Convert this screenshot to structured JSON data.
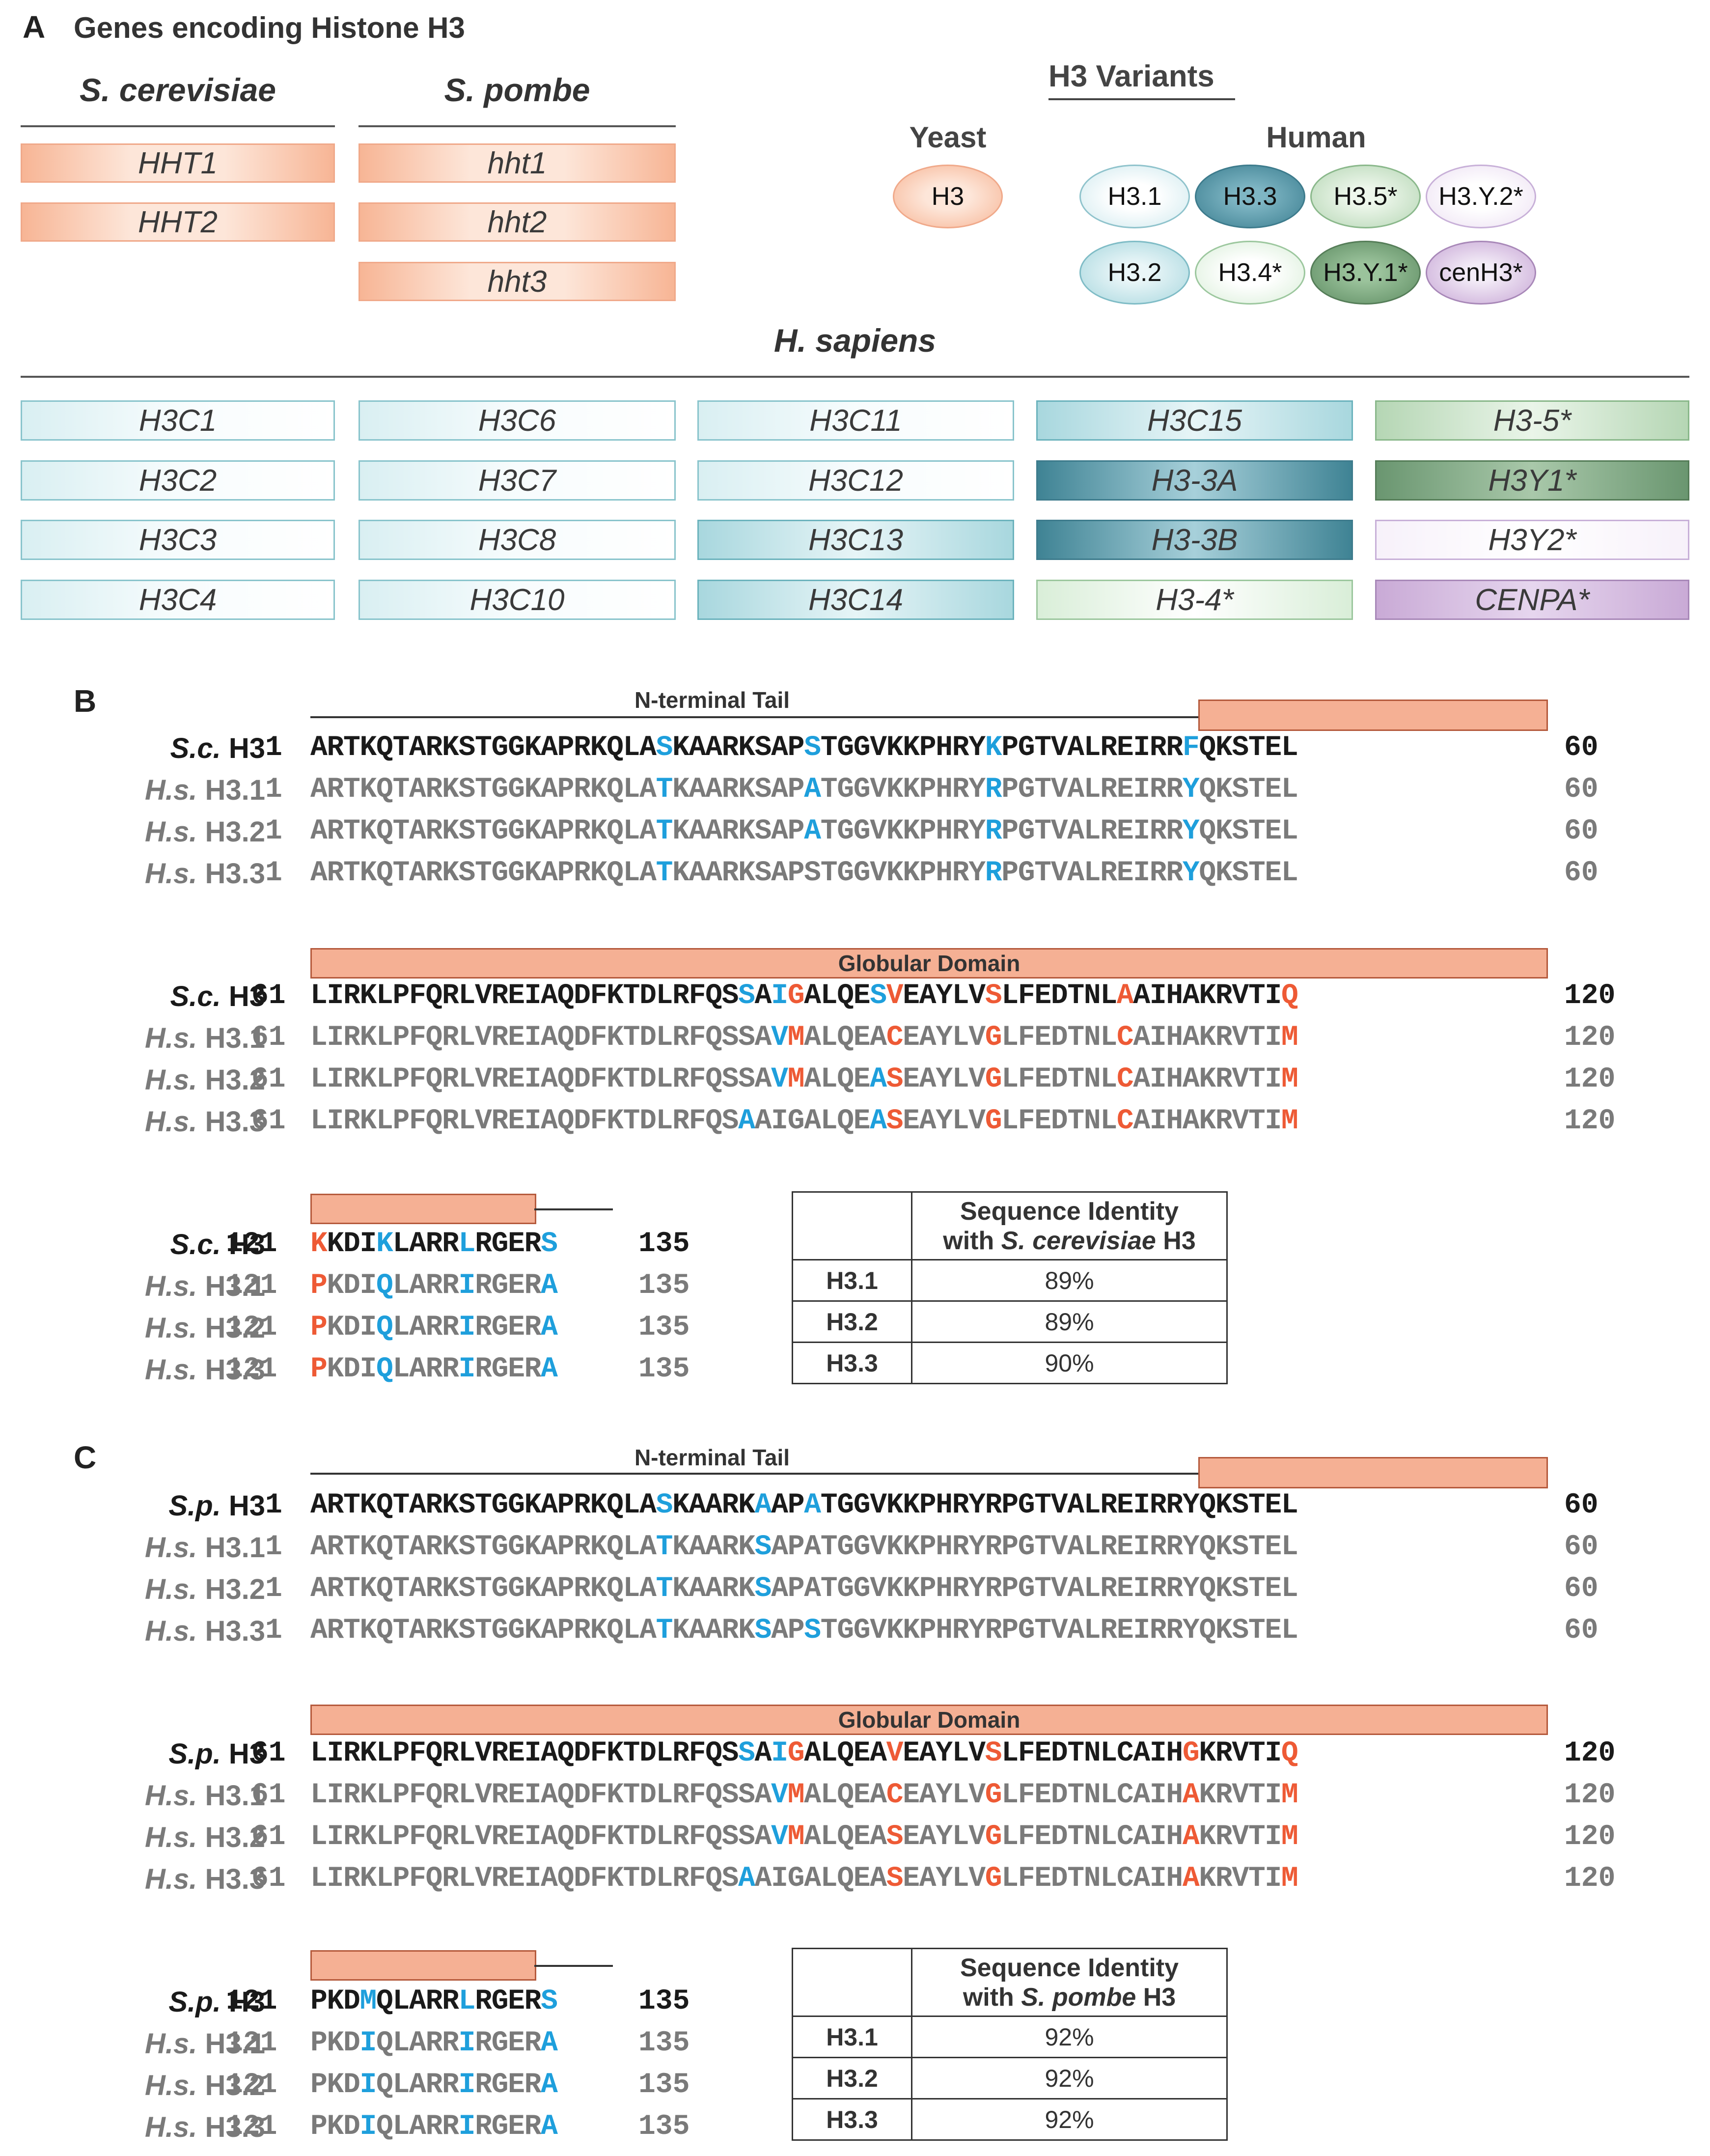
{
  "panelA": {
    "letter": "A",
    "title": "Genes encoding Histone H3",
    "s_cerevisiae": {
      "header": "S. cerevisiae",
      "genes": [
        "HHT1",
        "HHT2"
      ]
    },
    "s_pombe": {
      "header": "S. pombe",
      "genes": [
        "hht1",
        "hht2",
        "hht3"
      ]
    },
    "h_sapiens": {
      "header": "H. sapiens",
      "genes": [
        [
          "H3C1",
          "H3C6",
          "H3C11",
          "H3C15",
          "H3-5*"
        ],
        [
          "H3C2",
          "H3C7",
          "H3C12",
          "H3-3A",
          "H3Y1*"
        ],
        [
          "H3C3",
          "H3C8",
          "H3C13",
          "H3-3B",
          "H3Y2*"
        ],
        [
          "H3C4",
          "H3C10",
          "H3C14",
          "H3-4*",
          "CENPA*"
        ]
      ]
    },
    "variants": {
      "title": "H3 Variants",
      "yeast_label": "Yeast",
      "human_label": "Human",
      "yeast": [
        "H3"
      ],
      "human_row1": [
        "H3.1",
        "H3.3",
        "H3.5*",
        "H3.Y.2*"
      ],
      "human_row2": [
        "H3.2",
        "H3.4*",
        "H3.Y.1*",
        "cenH3*"
      ]
    }
  },
  "panelB": {
    "letter": "B",
    "tail_label": "N-terminal Tail",
    "globular_label": "Globular Domain",
    "rows1": [
      {
        "org": "S.c.",
        "name": "H3",
        "start": "1",
        "end": "60"
      },
      {
        "org": "H.s.",
        "name": "H3.1",
        "start": "1",
        "end": "60"
      },
      {
        "org": "H.s.",
        "name": "H3.2",
        "start": "1",
        "end": "60"
      },
      {
        "org": "H.s.",
        "name": "H3.3",
        "start": "1",
        "end": "60"
      }
    ],
    "rows2": [
      {
        "org": "S.c.",
        "name": "H3",
        "start": "61",
        "end": "120"
      },
      {
        "org": "H.s.",
        "name": "H3.1",
        "start": "61",
        "end": "120"
      },
      {
        "org": "H.s.",
        "name": "H3.2",
        "start": "61",
        "end": "120"
      },
      {
        "org": "H.s.",
        "name": "H3.3",
        "start": "61",
        "end": "120"
      }
    ],
    "rows3": [
      {
        "org": "S.c.",
        "name": "H3",
        "start": "121",
        "end": "135"
      },
      {
        "org": "H.s.",
        "name": "H3.1",
        "start": "121",
        "end": "135"
      },
      {
        "org": "H.s.",
        "name": "H3.2",
        "start": "121",
        "end": "135"
      },
      {
        "org": "H.s.",
        "name": "H3.3",
        "start": "121",
        "end": "135"
      }
    ],
    "identity": {
      "header_line1": "Sequence Identity",
      "header_line2_pre": "with ",
      "header_line2_species": "S. cerevisiae",
      "header_line2_post": " H3",
      "rows": [
        [
          "H3.1",
          "89%"
        ],
        [
          "H3.2",
          "89%"
        ],
        [
          "H3.3",
          "90%"
        ]
      ]
    }
  },
  "panelC": {
    "letter": "C",
    "tail_label": "N-terminal Tail",
    "globular_label": "Globular Domain",
    "rows1": [
      {
        "org": "S.p.",
        "name": "H3",
        "start": "1",
        "end": "60"
      },
      {
        "org": "H.s.",
        "name": "H3.1",
        "start": "1",
        "end": "60"
      },
      {
        "org": "H.s.",
        "name": "H3.2",
        "start": "1",
        "end": "60"
      },
      {
        "org": "H.s.",
        "name": "H3.3",
        "start": "1",
        "end": "60"
      }
    ],
    "rows2": [
      {
        "org": "S.p.",
        "name": "H3",
        "start": "61",
        "end": "120"
      },
      {
        "org": "H.s.",
        "name": "H3.1",
        "start": "61",
        "end": "120"
      },
      {
        "org": "H.s.",
        "name": "H3.2",
        "start": "61",
        "end": "120"
      },
      {
        "org": "H.s.",
        "name": "H3.3",
        "start": "61",
        "end": "120"
      }
    ],
    "rows3": [
      {
        "org": "S.p.",
        "name": "H3",
        "start": "121",
        "end": "135"
      },
      {
        "org": "H.s.",
        "name": "H3.1",
        "start": "121",
        "end": "135"
      },
      {
        "org": "H.s.",
        "name": "H3.2",
        "start": "121",
        "end": "135"
      },
      {
        "org": "H.s.",
        "name": "H3.3",
        "start": "121",
        "end": "135"
      }
    ],
    "identity": {
      "header_line1": "Sequence Identity",
      "header_line2_pre": "with ",
      "header_line2_species": "S. pombe",
      "header_line2_post": " H3",
      "rows": [
        [
          "H3.1",
          "92%"
        ],
        [
          "H3.2",
          "92%"
        ],
        [
          "H3.3",
          "92%"
        ]
      ]
    }
  },
  "sequences": {
    "B1": [
      "ARTKQTARKSTGGKAPRKQLA[b:S]KAARKSAP[b:S]TGGVKKPHRY[b:K]PGTVALREIRR[b:F]QKSTEL",
      "ARTKQTARKSTGGKAPRKQLA[b:T]KAARKSAP[b:A]TGGVKKPHRY[b:R]PGTVALREIRR[b:Y]QKSTEL",
      "ARTKQTARKSTGGKAPRKQLA[b:T]KAARKSAP[b:A]TGGVKKPHRY[b:R]PGTVALREIRR[b:Y]QKSTEL",
      "ARTKQTARKSTGGKAPRKQLA[b:T]KAARKSAPSTGGVKKPHRY[b:R]PGTVALREIRR[b:Y]QKSTEL"
    ],
    "B2": [
      "LIRKLPFQRLVREIAQDFKTDLRFQS[b:S]A[b:I][r:G]ALQE[b:S][r:V]EAYLV[r:S]LFEDTNL[r:A]AIHAKRVTI[r:Q]",
      "LIRKLPFQRLVREIAQDFKTDLRFQSSA[b:V][r:M]ALQEA[r:C]EAYLV[r:G]LFEDTNL[r:C]AIHAKRVTI[r:M]",
      "LIRKLPFQRLVREIAQDFKTDLRFQSSA[b:V][r:M]ALQE[b:A][r:S]EAYLV[r:G]LFEDTNL[r:C]AIHAKRVTI[r:M]",
      "LIRKLPFQRLVREIAQDFKTDLRFQS[b:A]AIGALQE[b:A][r:S]EAYLV[r:G]LFEDTNL[r:C]AIHAKRVTI[r:M]"
    ],
    "B3": [
      "[r:K]KDI[b:K]LARR[b:L]RGER[b:S]",
      "[r:P]KDI[b:Q]LARR[b:I]RGER[b:A]",
      "[r:P]KDI[b:Q]LARR[b:I]RGER[b:A]",
      "[r:P]KDI[b:Q]LARR[b:I]RGER[b:A]"
    ],
    "C1": [
      "ARTKQTARKSTGGKAPRKQLA[b:S]KAARK[b:A]AP[b:A]TGGVKKPHRYRPGTVALREIRRYQKSTEL",
      "ARTKQTARKSTGGKAPRKQLA[b:T]KAARK[b:S]APATGGVKKPHRYRPGTVALREIRRYQKSTEL",
      "ARTKQTARKSTGGKAPRKQLA[b:T]KAARK[b:S]APATGGVKKPHRYRPGTVALREIRRYQKSTEL",
      "ARTKQTARKSTGGKAPRKQLA[b:T]KAARK[b:S]AP[b:S]TGGVKKPHRYRPGTVALREIRRYQKSTEL"
    ],
    "C2": [
      "LIRKLPFQRLVREIAQDFKTDLRFQS[b:S]A[b:I][r:G]ALQEA[r:V]EAYLV[r:S]LFEDTNLCAIH[r:G]KRVTI[r:Q]",
      "LIRKLPFQRLVREIAQDFKTDLRFQSSA[b:V][r:M]ALQEA[r:C]EAYLV[r:G]LFEDTNLCAIH[r:A]KRVTI[r:M]",
      "LIRKLPFQRLVREIAQDFKTDLRFQSSA[b:V][r:M]ALQEA[r:S]EAYLV[r:G]LFEDTNLCAIH[r:A]KRVTI[r:M]",
      "LIRKLPFQRLVREIAQDFKTDLRFQS[b:A]AIGALQEA[r:S]EAYLV[r:G]LFEDTNLCAIH[r:A]KRVTI[r:M]"
    ],
    "C3": [
      "PKD[b:M]QLARR[b:L]RGER[b:S]",
      "PKD[b:I]QLARR[b:I]RGER[b:A]",
      "PKD[b:I]QLARR[b:I]RGER[b:A]",
      "PKD[b:I]QLARR[b:I]RGER[b:A]"
    ]
  },
  "colors": {
    "orange_fill": "#f5b094",
    "orange_border": "#b55a3c",
    "highlight_blue": "#1e9fdc",
    "highlight_red": "#ee5a35",
    "teal_dark": "#4a8ea0",
    "teal_light": "#e4f4f6",
    "green_light": "#dff0de",
    "green_dark": "#6f9a73",
    "purple_light": "#efe6f4",
    "purple_mid": "#c9aad6"
  }
}
